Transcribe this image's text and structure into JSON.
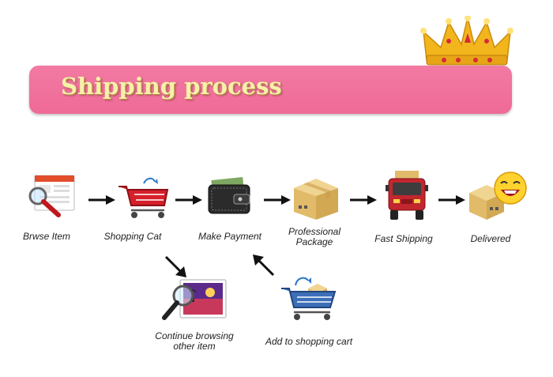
{
  "banner": {
    "title": "Shipping process"
  },
  "steps": [
    {
      "label": "Brwse Item",
      "icon": "browse-item-icon"
    },
    {
      "label": "Shopping Cat",
      "icon": "shopping-cart-icon"
    },
    {
      "label": "Make Payment",
      "icon": "wallet-icon"
    },
    {
      "label": "Professional\nPackage",
      "icon": "package-box-icon"
    },
    {
      "label": "Fast Shipping",
      "icon": "delivery-truck-icon"
    },
    {
      "label": "Delivered",
      "icon": "delivered-box-smiley-icon"
    }
  ],
  "branches": [
    {
      "label": "Continue browsing\nother item",
      "icon": "magnifier-picture-icon"
    },
    {
      "label": "Add to shopping cart",
      "icon": "cart-with-boxes-icon"
    }
  ],
  "colors": {
    "banner": "#f06e9a",
    "title": "#f6f1a9",
    "crown": "#f2b51c",
    "cart": "#d6202a",
    "truck": "#c2262e",
    "box": "#e9c77a"
  }
}
